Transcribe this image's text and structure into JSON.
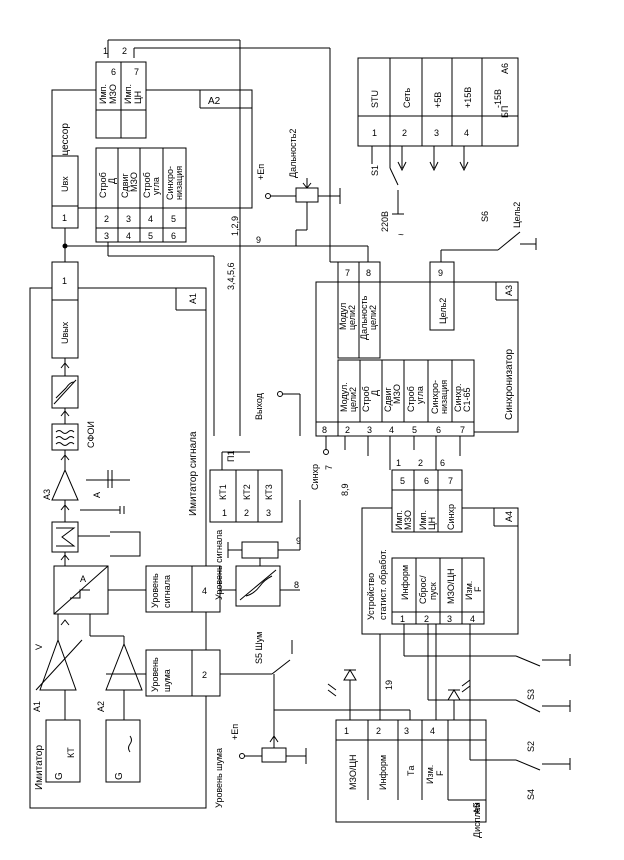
{
  "blocks": {
    "a1": {
      "id": "A1",
      "title": "Имитатор сигнала",
      "corner": "Имитатор",
      "noise_level": "Уровень шума",
      "signal_level": "Уровень сигнала",
      "uout": "Uвых",
      "sfoi": "СФОИ",
      "g1": "G",
      "kt": "КТ",
      "g2": "G",
      "a1lbl": "A1",
      "a2lbl": "A2",
      "a3lbl": "A3",
      "v": "V",
      "a": "A"
    },
    "a2": {
      "id": "A2",
      "title": "Спецпроцессор",
      "uin": "Uвх",
      "top_left": [
        "Имп.",
        "МЗО"
      ],
      "top_right": [
        "Имп.",
        "ЦН"
      ],
      "rows": [
        [
          "Строб",
          "Д"
        ],
        [
          "Сдвиг",
          "МЗО"
        ],
        [
          "Строб",
          "угла"
        ],
        [
          "Синхро-",
          "низация"
        ]
      ]
    },
    "a3": {
      "id": "A3",
      "title": "Синхронизатор",
      "cel2": "Цель2",
      "top": [
        [
          "Модул",
          "цели2"
        ],
        [
          "Дальность",
          "цели2"
        ]
      ],
      "rows": [
        [
          "Модул.",
          "цели2"
        ],
        [
          "Строб",
          "Д"
        ],
        [
          "Сдвиг",
          "МЗО"
        ],
        [
          "Строб",
          "угла"
        ],
        [
          "Синхро-",
          "низация"
        ],
        [
          "Синхр.",
          "С1-65"
        ]
      ]
    },
    "a4": {
      "id": "A4",
      "title1": "Устройство",
      "title2": "статист. обработ.",
      "left": [
        "Информ",
        [
          "Сброс/",
          "пуск"
        ],
        "МЗО/ЦН",
        [
          "Изм.",
          "F"
        ]
      ],
      "right": [
        [
          "Имп.",
          "МЗО"
        ],
        [
          "Имп.",
          "ЦН"
        ],
        "Синхр"
      ]
    },
    "a5": {
      "id": "A5",
      "title": "Дисплей",
      "rows": [
        "МЗО/ЦН",
        "Информ",
        "Tа",
        [
          "Изм.",
          "F"
        ]
      ]
    },
    "a6": {
      "id": "A6",
      "title": "БП",
      "cols": [
        "STU",
        "Сеть",
        "+5В",
        "+15В",
        "-15В"
      ]
    }
  },
  "labels": {
    "dal2": "Дальность2",
    "en": "+Еп",
    "s1": "S1",
    "v220": "220В",
    "s6": "S6",
    "cel2": "Цель2",
    "vyhod": "Выход",
    "p1": "П1",
    "sinhr": "Синхр",
    "kt1": "КТ1",
    "kt2": "КТ2",
    "kt3": "КТ3",
    "sig_level": "Уровень сигнала",
    "s5": "S5 Шум",
    "noise_level": "Уровень шума",
    "s2": "S2",
    "s3": "S3",
    "s4": "S4",
    "n19": "19",
    "n129": "1,2,9",
    "n9": "9",
    "n3456": "3,4,5,6",
    "n89": "8,9",
    "n7": "7"
  }
}
